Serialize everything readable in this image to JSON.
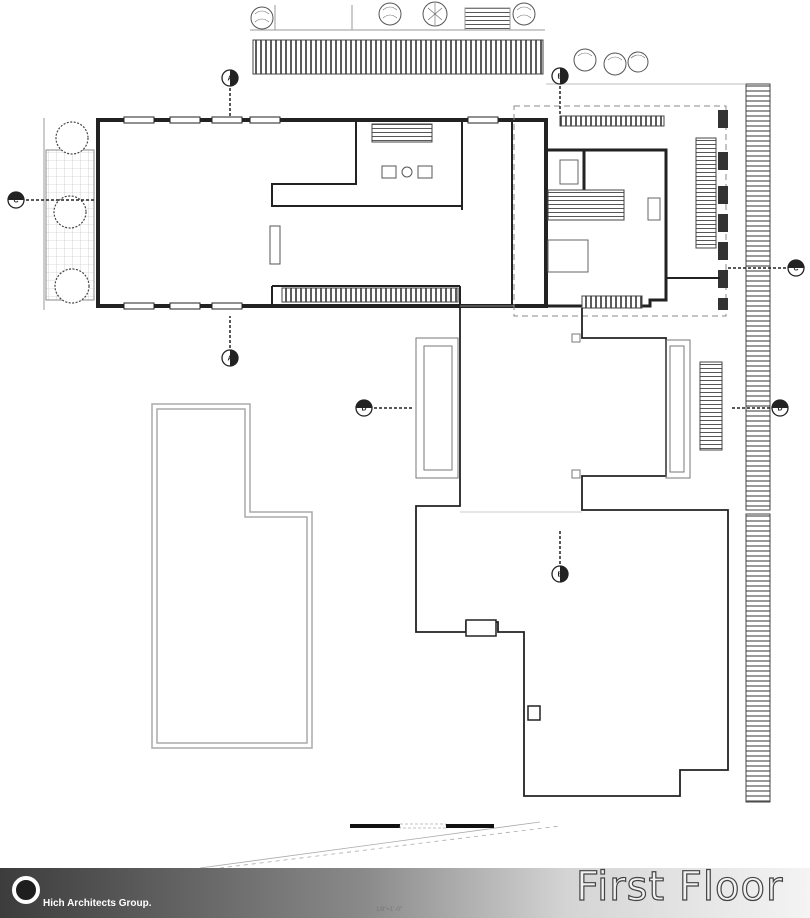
{
  "sheet": {
    "title": "First Floor",
    "firm": "Hich Architects Group.",
    "scale_label": "1/8\"=1'-0\""
  },
  "section_markers": [
    {
      "id": "a-top",
      "letter": "A"
    },
    {
      "id": "a-bottom",
      "letter": "A"
    },
    {
      "id": "b-top",
      "letter": "B"
    },
    {
      "id": "b-mid",
      "letter": "B"
    },
    {
      "id": "c-left",
      "letter": "C"
    },
    {
      "id": "c-right",
      "letter": "C"
    },
    {
      "id": "d-left",
      "letter": "D"
    },
    {
      "id": "d-right",
      "letter": "D"
    }
  ],
  "colors": {
    "wall": "#222222",
    "line": "#9a9a9a",
    "footer_dark": "#3c3c3c"
  }
}
